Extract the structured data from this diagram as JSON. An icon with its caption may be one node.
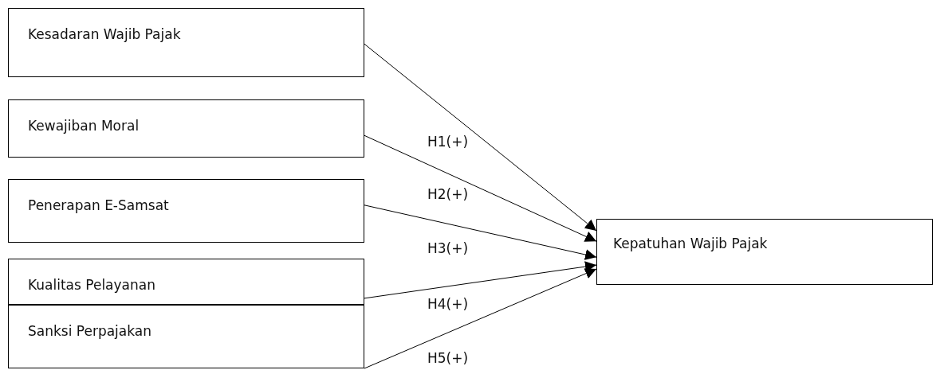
{
  "diagram": {
    "nodes": [
      {
        "text": [
          "Kesadaran Wajib Pajak"
        ]
      },
      {
        "text": [
          "Kewajiban Moral"
        ]
      },
      {
        "text": [
          "Penerapan E-Samsat"
        ]
      },
      {
        "text": [
          "Kualitas Pelayanan"
        ]
      },
      {
        "text": [
          "Sanksi Perpajakan"
        ]
      },
      {
        "text": [
          "Kepatuhan Wajib Pajak"
        ]
      }
    ],
    "edges": [
      {
        "from": 0,
        "to": 5,
        "arrow": "to",
        "label": "H1(+)"
      },
      {
        "from": 1,
        "to": 5,
        "arrow": "to",
        "label": "H2(+)"
      },
      {
        "from": 2,
        "to": 5,
        "arrow": "to",
        "label": "H3(+)"
      },
      {
        "from": 3,
        "to": 5,
        "arrow": "to",
        "label": "H4(+)"
      },
      {
        "from": 4,
        "to": 5,
        "arrow": "to",
        "label": "H5(+)"
      }
    ]
  }
}
